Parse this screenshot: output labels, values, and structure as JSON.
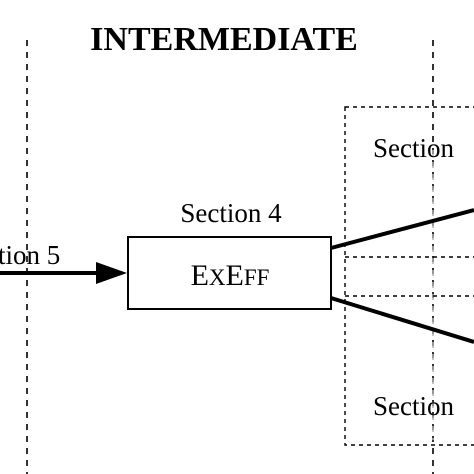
{
  "diagram": {
    "header": "INTERMEDIATE",
    "labels": {
      "section_left": "tion 5",
      "section_center": "Section 4",
      "section_top_right": "Section",
      "section_bottom_right": "Section"
    },
    "box": {
      "label_part1": "E",
      "label_part2": "X",
      "label_part3": "E",
      "label_part4": "FF"
    }
  }
}
